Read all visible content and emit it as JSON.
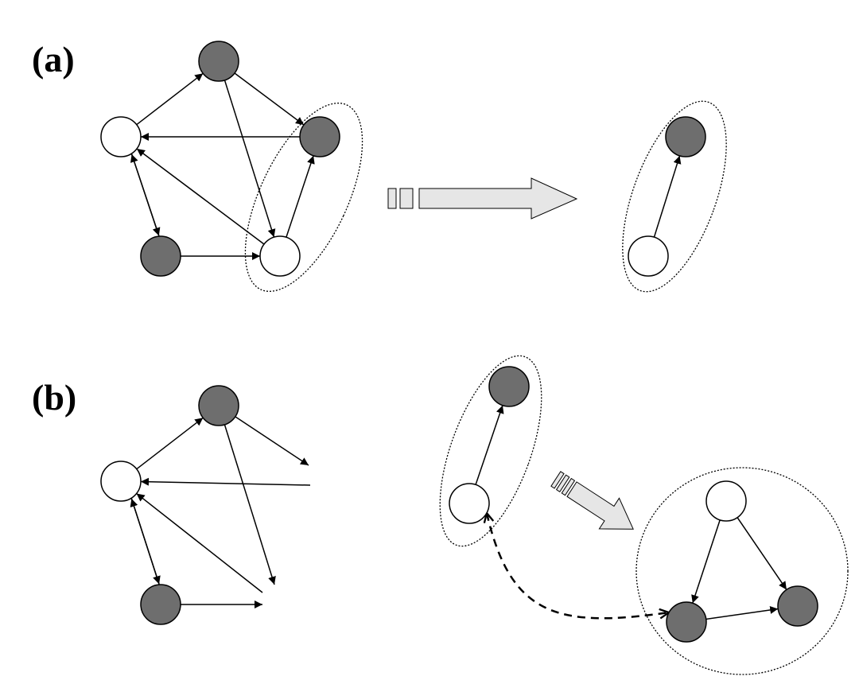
{
  "panels": {
    "a": {
      "label": "(a)"
    },
    "b": {
      "label": "(b)"
    }
  },
  "colors": {
    "filled_node": "#6e6e6e",
    "empty_node": "#ffffff",
    "stroke": "#000000",
    "big_arrow_fill": "#e6e6e6"
  },
  "icons": {
    "big_arrow": "block-arrow-right",
    "small_arrow": "block-arrow-down-right"
  },
  "diagram": {
    "nodes": [
      {
        "id": "a-top",
        "panel": "a",
        "filled": true
      },
      {
        "id": "a-left",
        "panel": "a",
        "filled": false
      },
      {
        "id": "a-right",
        "panel": "a",
        "filled": true
      },
      {
        "id": "a-botleft",
        "panel": "a",
        "filled": true
      },
      {
        "id": "a-botright",
        "panel": "a",
        "filled": false
      },
      {
        "id": "ar-top",
        "panel": "a",
        "filled": true
      },
      {
        "id": "ar-bot",
        "panel": "a",
        "filled": false
      },
      {
        "id": "b-top",
        "panel": "b",
        "filled": true
      },
      {
        "id": "b-left",
        "panel": "b",
        "filled": false
      },
      {
        "id": "b-botleft",
        "panel": "b",
        "filled": true
      },
      {
        "id": "bm-top",
        "panel": "b",
        "filled": true
      },
      {
        "id": "bm-bot",
        "panel": "b",
        "filled": false
      },
      {
        "id": "br-top",
        "panel": "b",
        "filled": false
      },
      {
        "id": "br-left",
        "panel": "b",
        "filled": true
      },
      {
        "id": "br-right",
        "panel": "b",
        "filled": true
      }
    ],
    "edges": [
      {
        "from": "a-left",
        "to": "a-top"
      },
      {
        "from": "a-top",
        "to": "a-right"
      },
      {
        "from": "a-top",
        "to": "a-botright"
      },
      {
        "from": "a-right",
        "to": "a-left"
      },
      {
        "from": "a-left",
        "to": "a-botleft"
      },
      {
        "from": "a-botleft",
        "to": "a-left"
      },
      {
        "from": "a-botleft",
        "to": "a-botright"
      },
      {
        "from": "a-botright",
        "to": "a-left"
      },
      {
        "from": "a-botright",
        "to": "a-right"
      },
      {
        "from": "ar-bot",
        "to": "ar-top"
      },
      {
        "from": "b-left",
        "to": "b-top"
      },
      {
        "from": "b-top",
        "to": "open-end"
      },
      {
        "from": "b-top",
        "to": "open-end"
      },
      {
        "from": "open-end",
        "to": "b-left"
      },
      {
        "from": "open-end",
        "to": "b-left"
      },
      {
        "from": "b-left",
        "to": "b-botleft"
      },
      {
        "from": "b-botleft",
        "to": "b-left"
      },
      {
        "from": "b-botleft",
        "to": "open-end"
      },
      {
        "from": "bm-bot",
        "to": "bm-top"
      },
      {
        "from": "br-top",
        "to": "br-left"
      },
      {
        "from": "br-top",
        "to": "br-right"
      },
      {
        "from": "br-left",
        "to": "br-right"
      },
      {
        "from": "bm-bot",
        "to": "br-left",
        "style": "dashed",
        "bidirectional": true
      }
    ],
    "groups": [
      {
        "id": "a-group-source",
        "members": [
          "a-right",
          "a-botright"
        ]
      },
      {
        "id": "a-group-result",
        "members": [
          "ar-top",
          "ar-bot"
        ]
      },
      {
        "id": "b-group-dimer",
        "members": [
          "bm-top",
          "bm-bot"
        ]
      },
      {
        "id": "b-group-triangle",
        "members": [
          "br-top",
          "br-left",
          "br-right"
        ]
      }
    ]
  }
}
